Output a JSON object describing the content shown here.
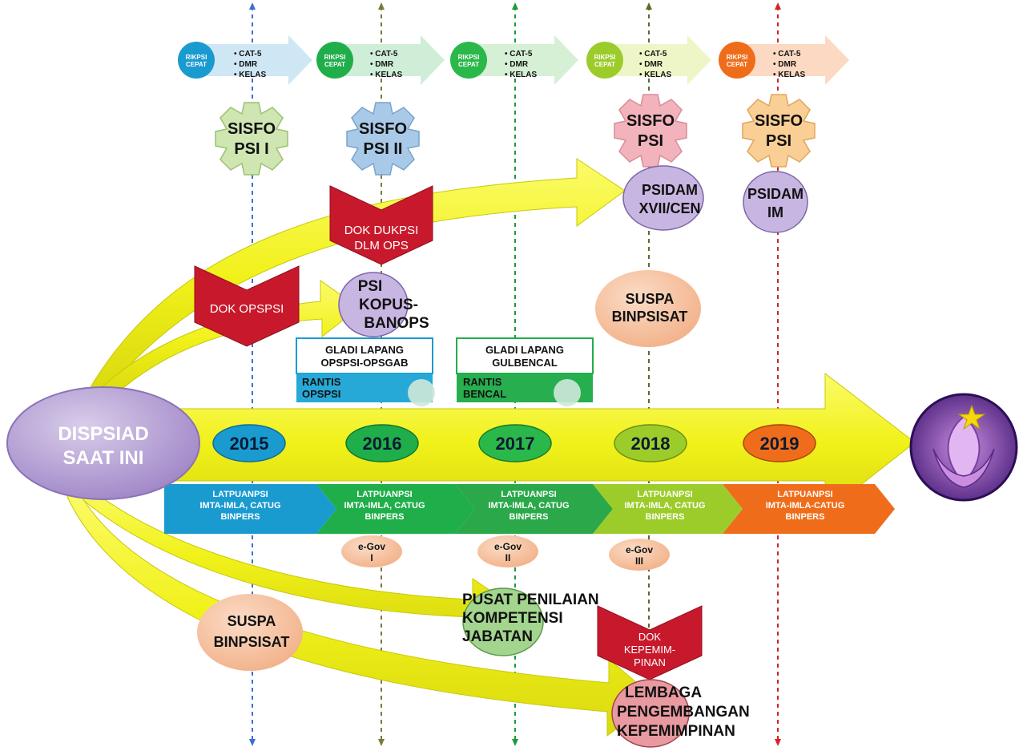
{
  "dispsiad": {
    "line1": "DISPSIAD",
    "line2": "SAAT INI"
  },
  "years": [
    "2015",
    "2016",
    "2017",
    "2018",
    "2019"
  ],
  "rikpsi": {
    "label1": "RIKPSI",
    "label2": "CEPAT",
    "items": [
      "• CAT-5",
      "• DMR",
      "• KELAS"
    ]
  },
  "sisfo": [
    {
      "l1": "SISFO",
      "l2": "PSI I"
    },
    {
      "l1": "SISFO",
      "l2": "PSI II"
    },
    {
      "l1": "SISFO",
      "l2": "PSI"
    },
    {
      "l1": "SISFO",
      "l2": "PSI"
    }
  ],
  "psidam": [
    {
      "l1": "PSIDAM",
      "l2": "XVII/CEN"
    },
    {
      "l1": "PSIDAM",
      "l2": "IM"
    }
  ],
  "dok_dukpsi": {
    "l1": "DOK DUKPSI",
    "l2": "DLM OPS"
  },
  "dok_opspsi": "DOK OPSPSI",
  "psi_kopus": {
    "l1": "PSI",
    "l2": "KOPUS-",
    "l3": "BANOPS"
  },
  "suspa_top": {
    "l1": "SUSPA",
    "l2": "BINPSISAT"
  },
  "gladi": [
    {
      "l1": "GLADI LAPANG",
      "l2": "OPSPSI-OPSGAB",
      "r1": "RANTIS",
      "r2": "OPSPSI"
    },
    {
      "l1": "GLADI LAPANG",
      "l2": "GULBENCAL",
      "r1": "RANTIS",
      "r2": "BENCAL"
    }
  ],
  "latpuan": [
    {
      "l1": "LATPUANPSI",
      "l2": "IMTA-IMLA, CATUG",
      "l3": "BINPERS"
    },
    {
      "l1": "LATPUANPSI",
      "l2": "IMTA-IMLA, CATUG",
      "l3": "BINPERS"
    },
    {
      "l1": "LATPUANPSI",
      "l2": "IMTA-IMLA, CATUG",
      "l3": "BINPERS"
    },
    {
      "l1": "LATPUANPSI",
      "l2": "IMTA-IMLA, CATUG",
      "l3": "BINPERS"
    },
    {
      "l1": "LATPUANPSI",
      "l2": "IMTA-IMLA-CATUG",
      "l3": "BINPERS"
    }
  ],
  "egov": [
    {
      "l1": "e-Gov",
      "l2": "I"
    },
    {
      "l1": "e-Gov",
      "l2": "II"
    },
    {
      "l1": "e-Gov",
      "l2": "III"
    }
  ],
  "pusat": {
    "l1": "PUSAT PENILAIAN",
    "l2": "KOMPETENSI",
    "l3": "JABATAN"
  },
  "suspa_bottom": {
    "l1": "SUSPA",
    "l2": "BINPSISAT"
  },
  "dok_kepemimpinan": {
    "l1": "DOK",
    "l2": "KEPEMIM-",
    "l3": "PINAN"
  },
  "lembaga": {
    "l1": "LEMBAGA",
    "l2": "PENGEMBANGAN",
    "l3": "KEPEMIMPINAN"
  },
  "colors": {
    "yellow": "#f2f21c",
    "c2015": "#1a9bd0",
    "c2016": "#1fae4a",
    "c2017": "#2bb84a",
    "c2018": "#9ccc2a",
    "c2019": "#ef6d1a",
    "purple": "#b7a2d6",
    "peach": "#f7c6a3",
    "red": "#c8192c"
  }
}
